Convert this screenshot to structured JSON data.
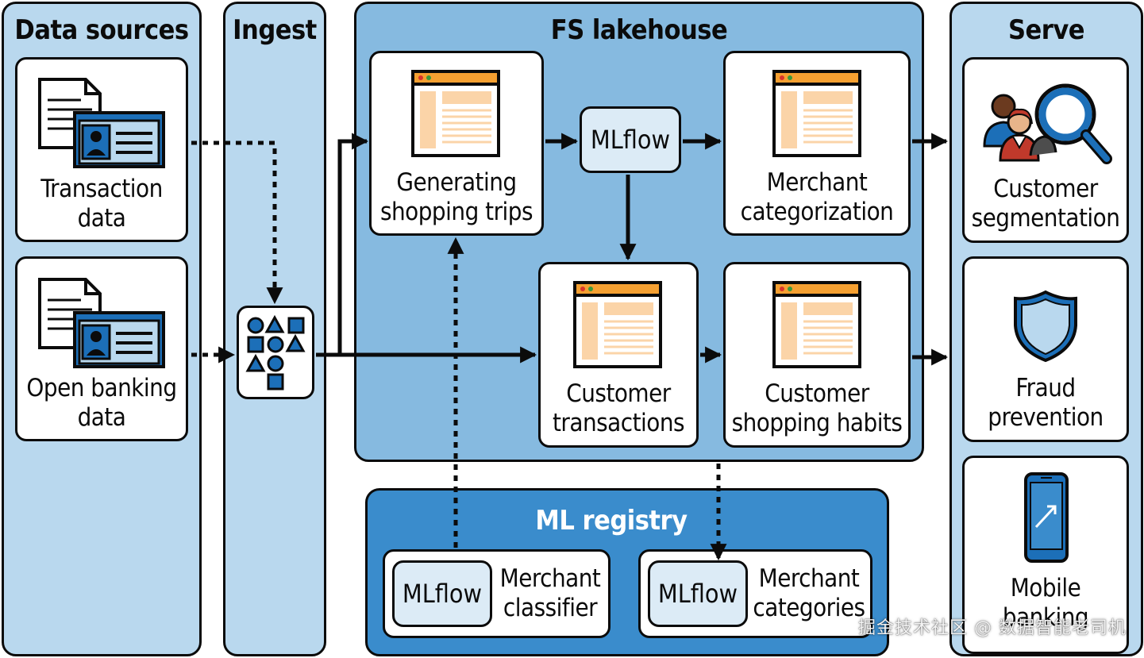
{
  "columns": {
    "data_sources": "Data sources",
    "ingest": "Ingest",
    "lakehouse": "FS lakehouse",
    "serve": "Serve"
  },
  "sources": {
    "transaction": [
      "Transaction",
      "data"
    ],
    "open_banking": [
      "Open banking",
      "data"
    ]
  },
  "lakehouse": {
    "shopping_trips": [
      "Generating",
      "shopping trips"
    ],
    "mlflow": "MLflow",
    "merchant_categorization": [
      "Merchant",
      "categorization"
    ],
    "customer_transactions": [
      "Customer",
      "transactions"
    ],
    "shopping_habits": [
      "Customer",
      "shopping habits"
    ]
  },
  "registry": {
    "title": "ML registry",
    "classifier_badge": "MLflow",
    "classifier": [
      "Merchant",
      "classifier"
    ],
    "categories_badge": "MLflow",
    "categories": [
      "Merchant",
      "categories"
    ]
  },
  "serve": {
    "segmentation": [
      "Customer",
      "segmentation"
    ],
    "fraud": [
      "Fraud",
      "prevention"
    ],
    "mobile": [
      "Mobile",
      "banking"
    ]
  },
  "watermark": "掘金技术社区 @ 数据智能老司机",
  "colors": {
    "lane": "#b9d8ee",
    "lakehouse": "#86bae0",
    "registry": "#3a8ccc",
    "accent_blue": "#1c6fb8",
    "doc_orange": "#f5a031",
    "doc_peach": "#fbd4a8"
  }
}
